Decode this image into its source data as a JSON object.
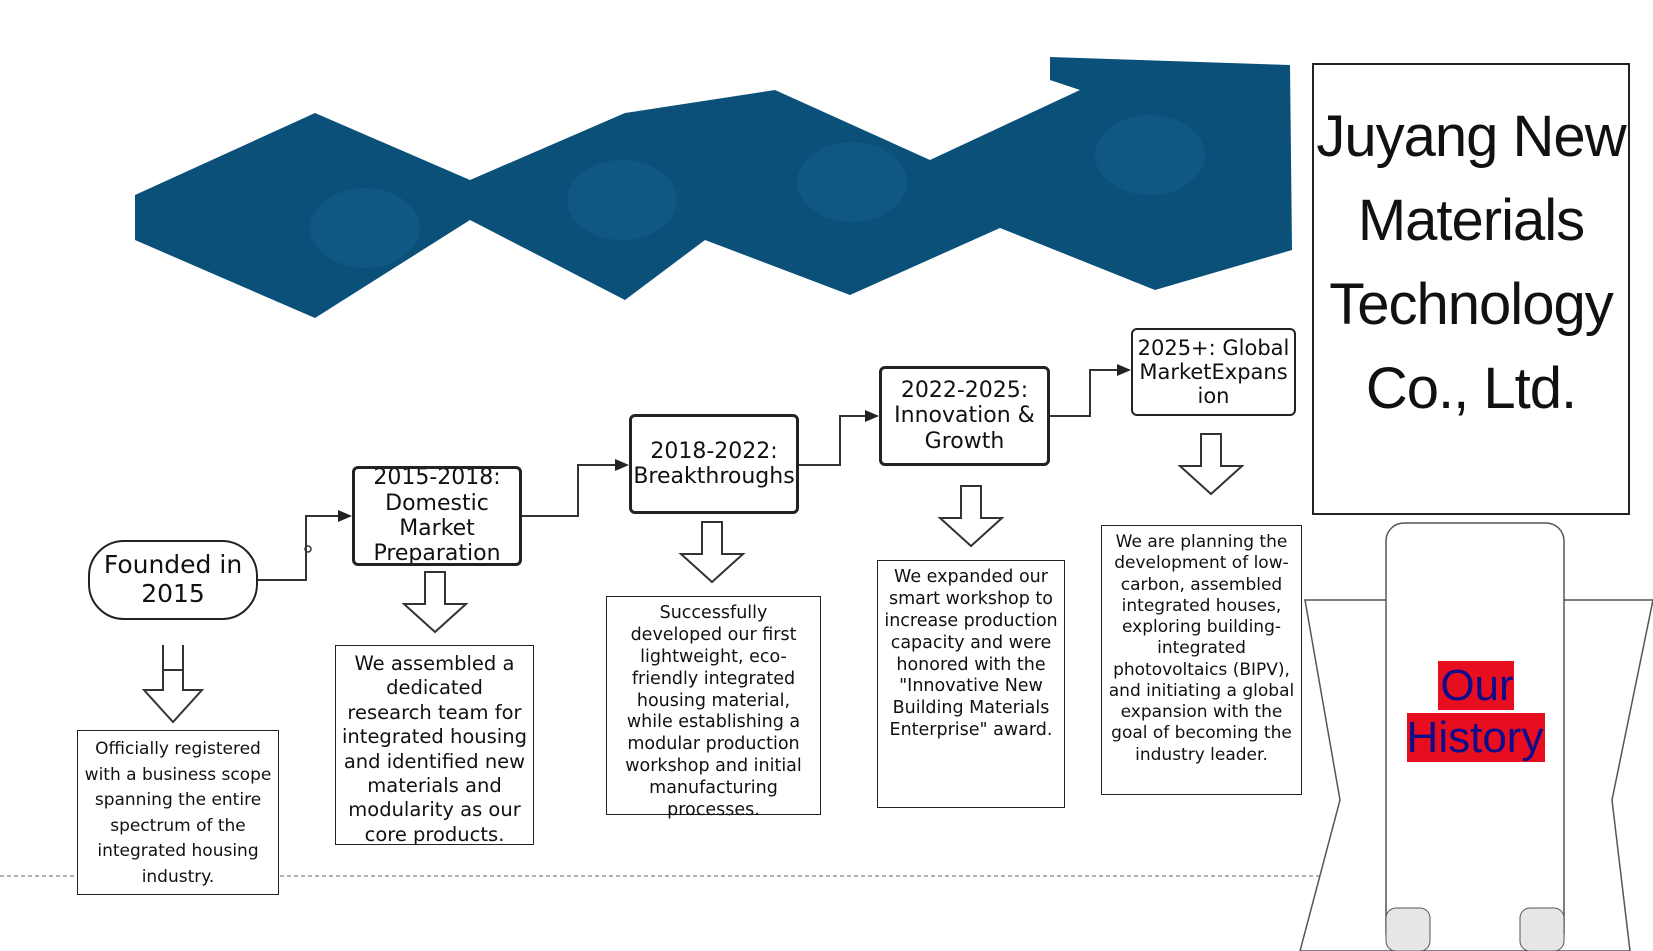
{
  "company_title": "Juyang New Materials Technology Co., Ltd.",
  "history_label": "Our History",
  "stages": [
    {
      "id": "founded",
      "label": "Founded in 2015",
      "description": "Officially registered with a business scope spanning the entire spectrum of the integrated housing industry."
    },
    {
      "id": "2015-2018",
      "label": "2015-2018: Domestic Market Preparation",
      "description": "We assembled a dedicated research team for integrated housing and identified new materials and modularity as our core products."
    },
    {
      "id": "2018-2022",
      "label": "2018-2022: Breakthroughs",
      "description": "Successfully developed our first lightweight, eco-friendly integrated housing material, while establishing a modular production workshop and initial manufacturing processes."
    },
    {
      "id": "2022-2025",
      "label": "2022-2025: Innovation & Growth",
      "description": "We expanded our smart workshop to increase production capacity and were honored with the \"Innovative New Building Materials Enterprise\" award."
    },
    {
      "id": "2025+",
      "label": "2025+: GlobalMarketExpansion",
      "description": "We are planning the development of low-carbon, assembled integrated houses, exploring building-integrated photovoltaics (BIPV), and initiating a global expansion with the goal of becoming the industry leader."
    }
  ],
  "colors": {
    "banner": "#0a5079",
    "history_highlight": "#e60e1f",
    "history_text": "#0d0d8c"
  }
}
